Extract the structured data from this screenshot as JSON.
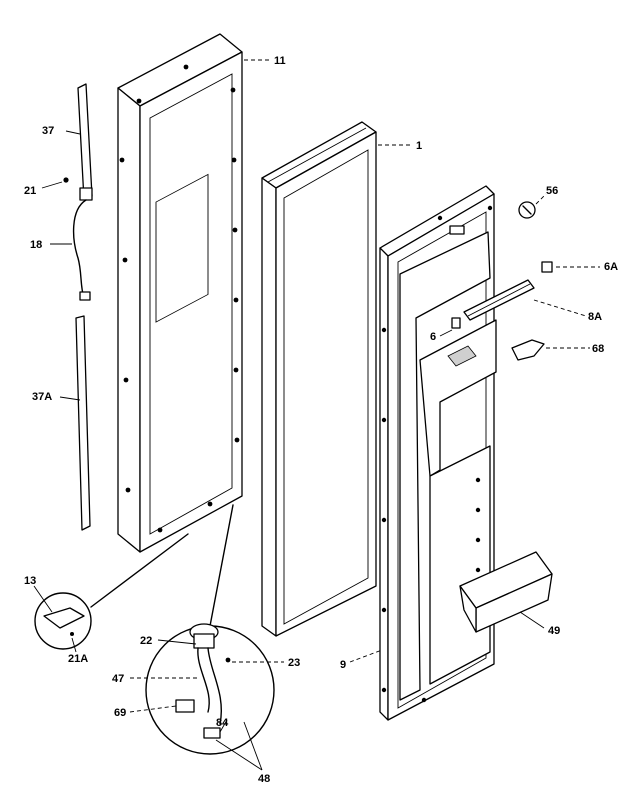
{
  "labels": {
    "p11": "11",
    "p1": "1",
    "p37": "37",
    "p21": "21",
    "p18": "18",
    "p37a": "37A",
    "p56": "56",
    "p6a": "6A",
    "p8a": "8A",
    "p6": "6",
    "p68": "68",
    "p13": "13",
    "p21a": "21A",
    "p22": "22",
    "p23": "23",
    "p47": "47",
    "p69": "69",
    "p84": "84",
    "p48": "48",
    "p9": "9",
    "p49": "49"
  }
}
